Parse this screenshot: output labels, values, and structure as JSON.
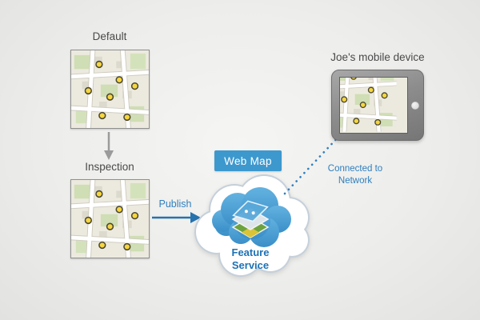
{
  "labels": {
    "default_map": "Default",
    "inspection_map": "Inspection",
    "publish": "Publish",
    "web_map": "Web Map",
    "feature_service": "Feature Service",
    "connected_to_network": "Connected to Network",
    "device": "Joe's mobile device"
  },
  "colors": {
    "accent_blue": "#2e7fbe",
    "web_map_badge_bg": "#3d98ce",
    "cloud_blue": "#4aa0d5",
    "cloud_outline": "#c5d0da",
    "text_dark": "#4a4a4a",
    "arrow_gray": "#9b9b9b",
    "marker_yellow": "#f6d63e",
    "map_background": "#eceadf"
  },
  "icons": {
    "map_thumbnail": "map-thumbnail",
    "down_arrow": "down-arrow-icon",
    "publish_arrow": "right-arrow-icon",
    "cloud": "cloud-icon",
    "feature_layers": "feature-layers-icon",
    "dotted_connection": "dotted-connection-line",
    "tablet": "tablet-device-icon",
    "home_button": "home-button-icon"
  }
}
